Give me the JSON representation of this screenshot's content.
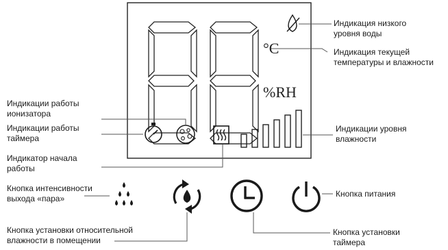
{
  "display": {
    "temp_unit": "°C",
    "humidity_unit": "%RH"
  },
  "labels": {
    "low_water": "Индикация низкого\nуровня воды",
    "current_temp_humidity": "Индикация текущей\nтемпературы и влажности",
    "ionizer": "Индикации работы\nионизатора",
    "timer_ind": "Индикации работы\nтаймера",
    "start_ind": "Индикатор начала\nработы",
    "humidity_level": "Индикации уровня\nвлажности",
    "steam_intensity_button": "Кнопка интенсивности\nвыхода «пара»",
    "power_button": "Кнопка питания",
    "humidity_set_button": "Кнопка установки относительной\nвлажности в помещении",
    "timer_set_button": "Кнопка установки\nтаймера"
  },
  "icons": {
    "low_water": "water-drop-slash-icon",
    "timer": "stopwatch-icon",
    "ionizer": "ionizer-icon",
    "start": "steam-heat-icon",
    "steam_button": "water-drops-icon",
    "humidity_button": "cycle-drop-icon",
    "timer_button": "clock-icon",
    "power_button": "power-icon"
  }
}
